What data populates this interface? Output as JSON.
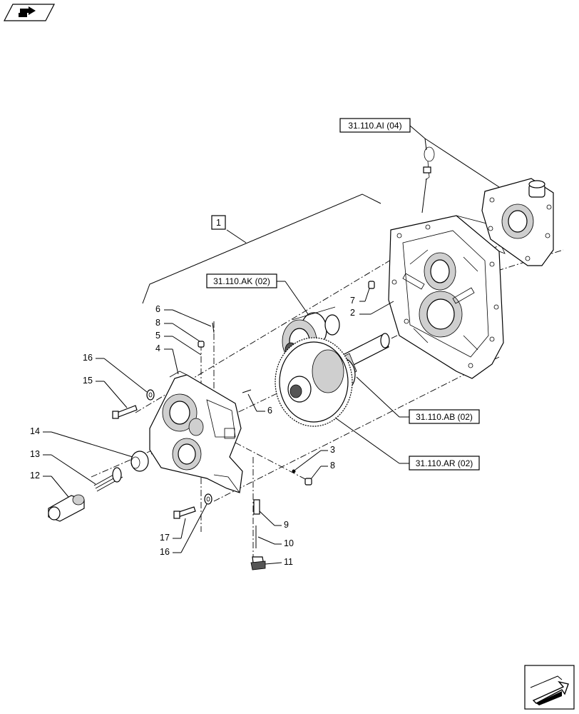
{
  "references": {
    "ai": "31.110.AI (04)",
    "ak": "31.110.AK (02)",
    "ab": "31.110.AB (02)",
    "ar": "31.110.AR (02)"
  },
  "assembly_label": "1",
  "callouts": {
    "c2": "2",
    "c3": "3",
    "c4": "4",
    "c5": "5",
    "c6a": "6",
    "c6b": "6",
    "c7": "7",
    "c8a": "8",
    "c8b": "8",
    "c9": "9",
    "c10": "10",
    "c11": "11",
    "c12": "12",
    "c13": "13",
    "c14": "14",
    "c15": "15",
    "c16a": "16",
    "c16b": "16",
    "c17": "17"
  },
  "icons": {
    "top_left": "folder-arrow-icon",
    "bottom_right": "next-page-arrow-icon"
  }
}
